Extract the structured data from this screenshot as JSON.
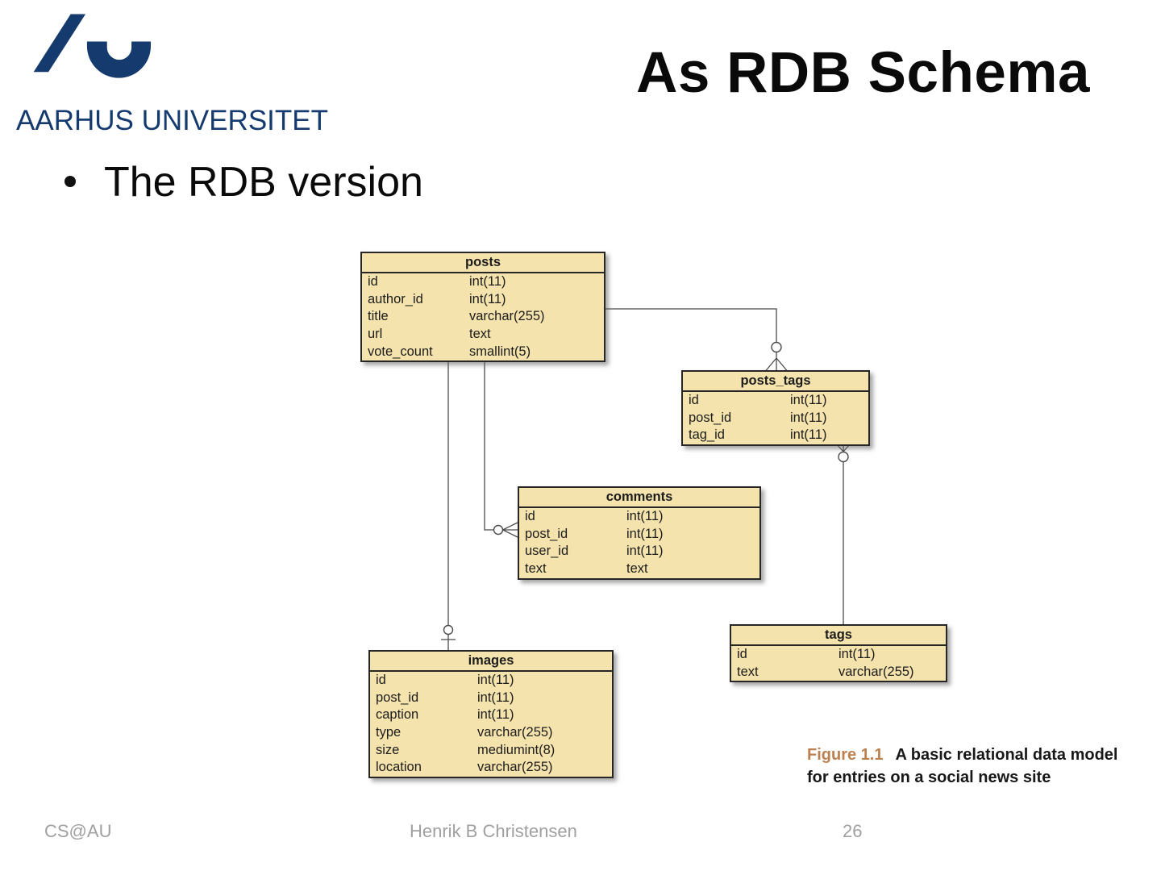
{
  "header": {
    "logo_text": "AARHUS UNIVERSITET",
    "title": "As RDB Schema"
  },
  "bullet_text": "The RDB version",
  "diagram": {
    "tables": [
      {
        "name": "posts",
        "rows": [
          {
            "field": "id",
            "type": "int(11)"
          },
          {
            "field": "author_id",
            "type": "int(11)"
          },
          {
            "field": "title",
            "type": "varchar(255)"
          },
          {
            "field": "url",
            "type": "text"
          },
          {
            "field": "vote_count",
            "type": "smallint(5)"
          }
        ]
      },
      {
        "name": "posts_tags",
        "rows": [
          {
            "field": "id",
            "type": "int(11)"
          },
          {
            "field": "post_id",
            "type": "int(11)"
          },
          {
            "field": "tag_id",
            "type": "int(11)"
          }
        ]
      },
      {
        "name": "comments",
        "rows": [
          {
            "field": "id",
            "type": "int(11)"
          },
          {
            "field": "post_id",
            "type": "int(11)"
          },
          {
            "field": "user_id",
            "type": "int(11)"
          },
          {
            "field": "text",
            "type": "text"
          }
        ]
      },
      {
        "name": "tags",
        "rows": [
          {
            "field": "id",
            "type": "int(11)"
          },
          {
            "field": "text",
            "type": "varchar(255)"
          }
        ]
      },
      {
        "name": "images",
        "rows": [
          {
            "field": "id",
            "type": "int(11)"
          },
          {
            "field": "post_id",
            "type": "int(11)"
          },
          {
            "field": "caption",
            "type": "int(11)"
          },
          {
            "field": "type",
            "type": "varchar(255)"
          },
          {
            "field": "size",
            "type": "mediumint(8)"
          },
          {
            "field": "location",
            "type": "varchar(255)"
          }
        ]
      }
    ],
    "relationships": [
      {
        "from": "posts",
        "to": "posts_tags",
        "notation_at_to": "zero-or-many"
      },
      {
        "from": "posts",
        "to": "comments",
        "notation_at_to": "zero-or-many"
      },
      {
        "from": "posts",
        "to": "images",
        "notation_at_to": "zero-or-one"
      },
      {
        "from": "posts_tags",
        "to": "tags",
        "notation_at_from": "zero-or-many"
      }
    ],
    "colors": {
      "table_fill": "#f5e3ad",
      "table_border": "#262626",
      "line": "#4b4b4b"
    }
  },
  "figure_caption": {
    "label": "Figure 1.1",
    "line1": "A basic relational data model",
    "line2": "for entries on a social news site",
    "label_color": "#bc8150"
  },
  "footer": {
    "left": "CS@AU",
    "center": "Henrik B Christensen",
    "page": "26"
  },
  "brand": {
    "au_blue": "#143a6e"
  }
}
